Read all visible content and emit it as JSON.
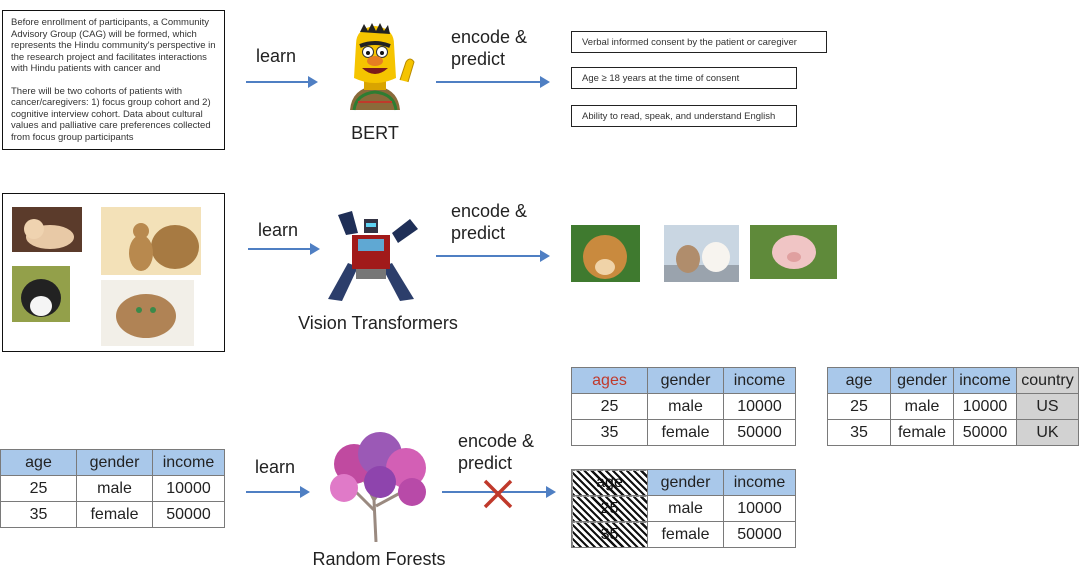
{
  "row1": {
    "document": {
      "paragraph1": "Before enrollment of participants, a Community Advisory Group (CAG) will be formed, which represents the Hindu community's perspective in the research project and facilitates interactions with Hindu patients with cancer and",
      "paragraph2": "There will be two cohorts of patients with cancer/caregivers: 1) focus group cohort and 2) cognitive interview cohort. Data about cultural values and palliative care preferences collected from focus group participants"
    },
    "learn_label": "learn",
    "model_label": "BERT",
    "encode_label_1": "encode &",
    "encode_label_2": "predict",
    "outputs": [
      "Verbal informed consent by the patient or caregiver",
      "Age ≥ 18 years at the time of consent",
      "Ability to read, speak, and understand English"
    ]
  },
  "row2": {
    "learn_label": "learn",
    "model_label": "Vision Transformers",
    "encode_label_1": "encode &",
    "encode_label_2": "predict"
  },
  "row3": {
    "learn_label": "learn",
    "model_label": "Random Forests",
    "encode_label_1": "encode &",
    "encode_label_2": "predict",
    "input_table": {
      "headers": [
        "age",
        "gender",
        "income"
      ],
      "rows": [
        [
          "25",
          "male",
          "10000"
        ],
        [
          "35",
          "female",
          "50000"
        ]
      ]
    },
    "output_table_ages": {
      "headers": [
        "ages",
        "gender",
        "income"
      ],
      "rows": [
        [
          "25",
          "male",
          "10000"
        ],
        [
          "35",
          "female",
          "50000"
        ]
      ]
    },
    "output_table_country": {
      "headers": [
        "age",
        "gender",
        "income",
        "country"
      ],
      "rows": [
        [
          "25",
          "male",
          "10000",
          "US"
        ],
        [
          "35",
          "female",
          "50000",
          "UK"
        ]
      ]
    },
    "output_table_hatched": {
      "headers": [
        "age",
        "gender",
        "income"
      ],
      "rows": [
        [
          "25",
          "male",
          "10000"
        ],
        [
          "35",
          "female",
          "50000"
        ]
      ]
    }
  },
  "colors": {
    "arrow": "#4f7fc3",
    "header": "#a9c8ea",
    "highlight_text": "#c0392b",
    "cross": "#c0392b",
    "gray_column": "#d2d2d2"
  }
}
